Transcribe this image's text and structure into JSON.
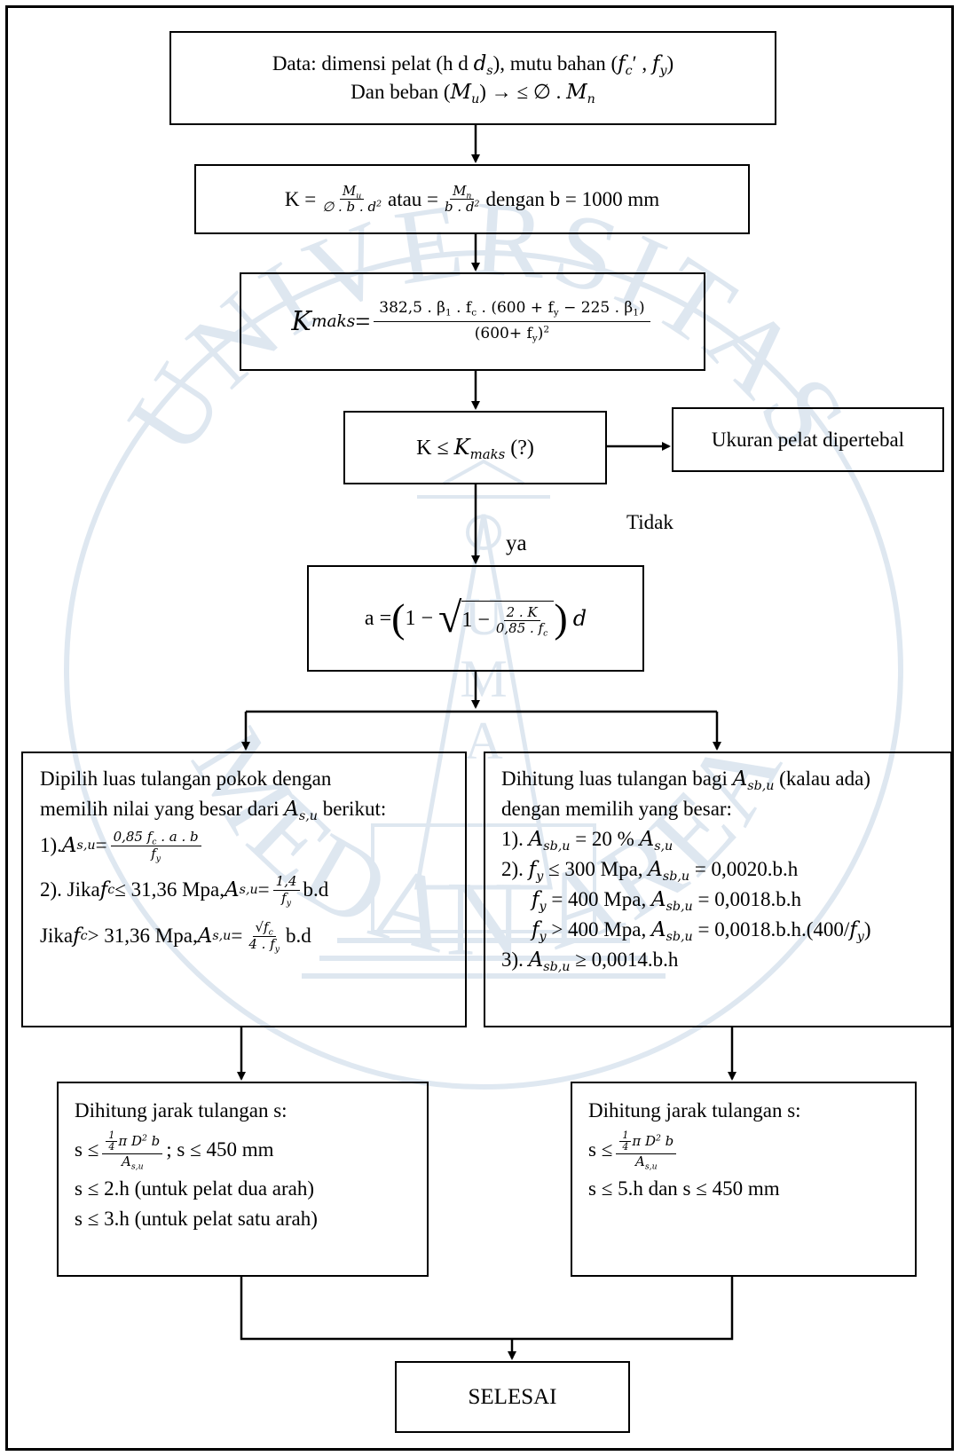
{
  "watermark": {
    "top_arc": "UNIVERSITAS",
    "bottom_arc": "MEDAN AREA",
    "center_letters": [
      "U",
      "M",
      "A"
    ]
  },
  "box1": {
    "line1_prefix": "Data: dimensi pelat (h d ",
    "line1_ds": "d",
    "line1_ds_sub": "s",
    "line1_mid": "), mutu bahan (",
    "line1_fc": "f",
    "line1_fc_sub": "c",
    "line1_fc_prime": "′",
    "line1_comma": " , ",
    "line1_fy": "f",
    "line1_fy_sub": "y",
    "line1_end": ")",
    "line2_prefix": "Dan beban (",
    "line2_mu": "M",
    "line2_mu_sub": "u",
    "line2_mid": ")  →  ≤ ∅ . ",
    "line2_mn": "M",
    "line2_mn_sub": "n"
  },
  "box2": {
    "k_eq": "K = ",
    "frac1_num": "M",
    "frac1_num_sub": "u",
    "frac1_den": "∅ . b . d",
    "frac1_den_sup": "2",
    "atau": " atau = ",
    "frac2_num": "M",
    "frac2_num_sub": "n",
    "frac2_den": "b . d",
    "frac2_den_sup": "2",
    "tail": " dengan b = 1000 mm"
  },
  "box3": {
    "k": "K",
    "k_sub": "maks",
    "eq": " = ",
    "num": "382,5 . β",
    "num_sub1": "1",
    "num_mid": " . f",
    "num_sub2": "c",
    "num_tail": " . (600 + f",
    "num_sub3": "y",
    "num_tail2": " − 225 . β",
    "num_sub4": "1",
    "num_end": ")",
    "den": "(600+ f",
    "den_sub": "y",
    "den_end": ")",
    "den_sup": "2"
  },
  "decision": {
    "k": "K ≤ ",
    "kmaks": "K",
    "kmaks_sub": "maks",
    "q": "  (?)",
    "no_label": "Tidak",
    "yes_label": "ya"
  },
  "thicken_box": {
    "label": "Ukuran pelat dipertebal"
  },
  "box_a": {
    "a_eq": "a = ",
    "one": "1 − ",
    "inner": "1 − ",
    "frac_num": "2 . K",
    "frac_den": "0,85 . f",
    "frac_den_sub": "c",
    "d": "d"
  },
  "left_main": {
    "line1": "Dipilih luas tulangan pokok dengan",
    "line2_prefix": "memilih nilai yang besar dari ",
    "line2_a": "A",
    "line2_a_sub": "s,u",
    "line2_suffix": " berikut:",
    "item1_prefix": "1). ",
    "item1_a": "A",
    "item1_a_sub": "s,u",
    "item1_eq": " = ",
    "item1_num": "0,85 f",
    "item1_num_sub": "c",
    "item1_num_tail": " . a . b",
    "item1_den": "f",
    "item1_den_sub": "y",
    "item2_prefix": "2). Jika ",
    "item2_fc": "f",
    "item2_fc_sub": "c",
    "item2_cond": " ≤ 31,36 Mpa, ",
    "item2_a": "A",
    "item2_a_sub": "s,u",
    "item2_eq": " = ",
    "item2_num": "1,4",
    "item2_den": "f",
    "item2_den_sub": "y",
    "item2_tail": " b.d",
    "item3_prefix": "Jika ",
    "item3_fc": "f",
    "item3_fc_sub": "c",
    "item3_cond": " > 31,36 Mpa, ",
    "item3_a": "A",
    "item3_a_sub": "s,u",
    "item3_eq": " = ",
    "item3_num": "√f",
    "item3_num_sub": "c",
    "item3_den": "4 . f",
    "item3_den_sub": "y",
    "item3_tail": " b.d"
  },
  "right_main": {
    "line1_prefix": "Dihitung luas tulangan bagi ",
    "line1_a": "A",
    "line1_a_sub": "sb,u",
    "line1_suffix": " (kalau ada)",
    "line2": "dengan memilih yang besar:",
    "item1_prefix": "1). ",
    "item1_a": "A",
    "item1_a_sub": "sb,u",
    "item1_mid": " = 20 % ",
    "item1_b": "A",
    "item1_b_sub": "s,u",
    "item2_prefix": "2). ",
    "item2_f": "f",
    "item2_f_sub": "y",
    "item2_cond": " ≤ 300 Mpa, ",
    "item2_a": "A",
    "item2_a_sub": "sb,u",
    "item2_val": " = 0,0020.b.h",
    "item2b_f": "f",
    "item2b_f_sub": "y",
    "item2b_cond": " = 400 Mpa, ",
    "item2b_a": "A",
    "item2b_a_sub": "sb,u",
    "item2b_val": " = 0,0018.b.h",
    "item2c_f": "f",
    "item2c_f_sub": "y",
    "item2c_cond": " > 400 Mpa, ",
    "item2c_a": "A",
    "item2c_a_sub": "sb,u",
    "item2c_val": " = 0,0018.b.h.(400/",
    "item2c_fy": "f",
    "item2c_fy_sub": "y",
    "item2c_end": ")",
    "item3_prefix": "3). ",
    "item3_a": "A",
    "item3_a_sub": "sb,u",
    "item3_val": " ≥ 0,0014.b.h"
  },
  "left_spacing": {
    "title": "Dihitung jarak tulangan s:",
    "s_le": "s ≤ ",
    "num_q": "1",
    "num_q_den": "4",
    "num_tail": "π D",
    "num_sup": "2",
    "num_b": " b",
    "den": "A",
    "den_sub": "s,u",
    "tail": "  ;  s ≤ 450 mm",
    "line3": "s ≤ 2.h (untuk pelat dua arah)",
    "line4": "s ≤ 3.h (untuk pelat satu arah)"
  },
  "right_spacing": {
    "title": "Dihitung jarak tulangan s:",
    "s_le": "s ≤ ",
    "num_q": "1",
    "num_q_den": "4",
    "num_tail": "π D",
    "num_sup": "2",
    "num_b": " b",
    "den": "A",
    "den_sub": "s,u",
    "line3": "s ≤ 5.h dan s ≤ 450 mm"
  },
  "end_box": {
    "label": "SELESAI"
  }
}
